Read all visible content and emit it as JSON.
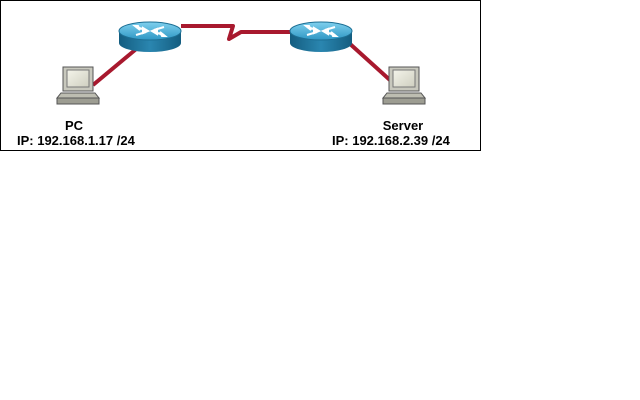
{
  "diagram": {
    "nodes": [
      {
        "id": "pc",
        "name": "PC",
        "ip": "IP: 192.168.1.17 /24"
      },
      {
        "id": "server",
        "name": "Server",
        "ip": "IP: 192.168.2.39 /24"
      }
    ],
    "links": [
      {
        "from": "pc",
        "to": "router-1",
        "type": "ethernet"
      },
      {
        "from": "router-1",
        "to": "router-2",
        "type": "serial"
      },
      {
        "from": "router-2",
        "to": "server",
        "type": "ethernet"
      }
    ],
    "colors": {
      "link": "#a8192e",
      "router_top": "#3aa4cf",
      "router_side": "#1d6f94",
      "border": "#000000"
    },
    "icons": [
      "router-icon",
      "router-icon",
      "pc-icon",
      "pc-icon"
    ]
  }
}
